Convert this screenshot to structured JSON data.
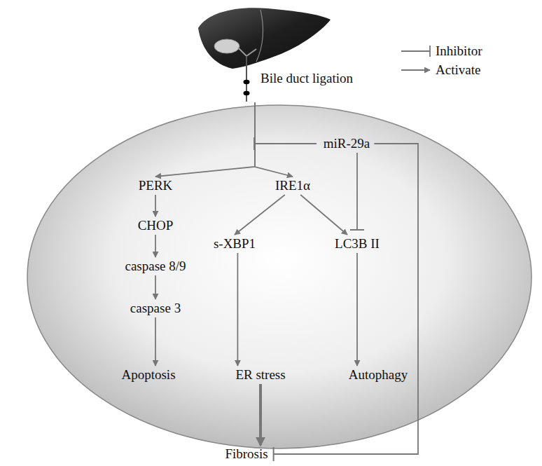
{
  "diagram": {
    "nodes": [
      {
        "text": [
          "Bile duct ligation"
        ]
      },
      {
        "text": [
          "miR-29a"
        ]
      },
      {
        "text": [
          "PERK"
        ]
      },
      {
        "text": [
          "IRE1α"
        ]
      },
      {
        "text": [
          "CHOP"
        ]
      },
      {
        "text": [
          "s-XBP1"
        ]
      },
      {
        "text": [
          "LC3B II"
        ]
      },
      {
        "text": [
          "caspase 8/9"
        ]
      },
      {
        "text": [
          "caspase 3"
        ]
      },
      {
        "text": [
          "Apoptosis"
        ]
      },
      {
        "text": [
          "ER stress"
        ]
      },
      {
        "text": [
          "Autophagy"
        ]
      },
      {
        "text": [
          "Fibrosis"
        ]
      }
    ],
    "edges": [
      {
        "from": 0,
        "to": 2,
        "arrow": "to"
      },
      {
        "from": 0,
        "to": 3,
        "arrow": "to"
      },
      {
        "from": 1,
        "to": 6,
        "arrow": "to"
      },
      {
        "from": 1,
        "to": 12,
        "arrow": "to"
      },
      {
        "from": 2,
        "to": 4,
        "arrow": "to"
      },
      {
        "from": 4,
        "to": 7,
        "arrow": "to"
      },
      {
        "from": 7,
        "to": 8,
        "arrow": "to"
      },
      {
        "from": 8,
        "to": 9,
        "arrow": "to"
      },
      {
        "from": 3,
        "to": 5,
        "arrow": "to"
      },
      {
        "from": 3,
        "to": 6,
        "arrow": "to"
      },
      {
        "from": 5,
        "to": 10,
        "arrow": "to"
      },
      {
        "from": 6,
        "to": 11,
        "arrow": "to"
      },
      {
        "from": 10,
        "to": 12,
        "arrow": "to"
      }
    ],
    "legend": [
      {
        "text": "Inhibitor"
      },
      {
        "text": "Activate"
      }
    ]
  }
}
